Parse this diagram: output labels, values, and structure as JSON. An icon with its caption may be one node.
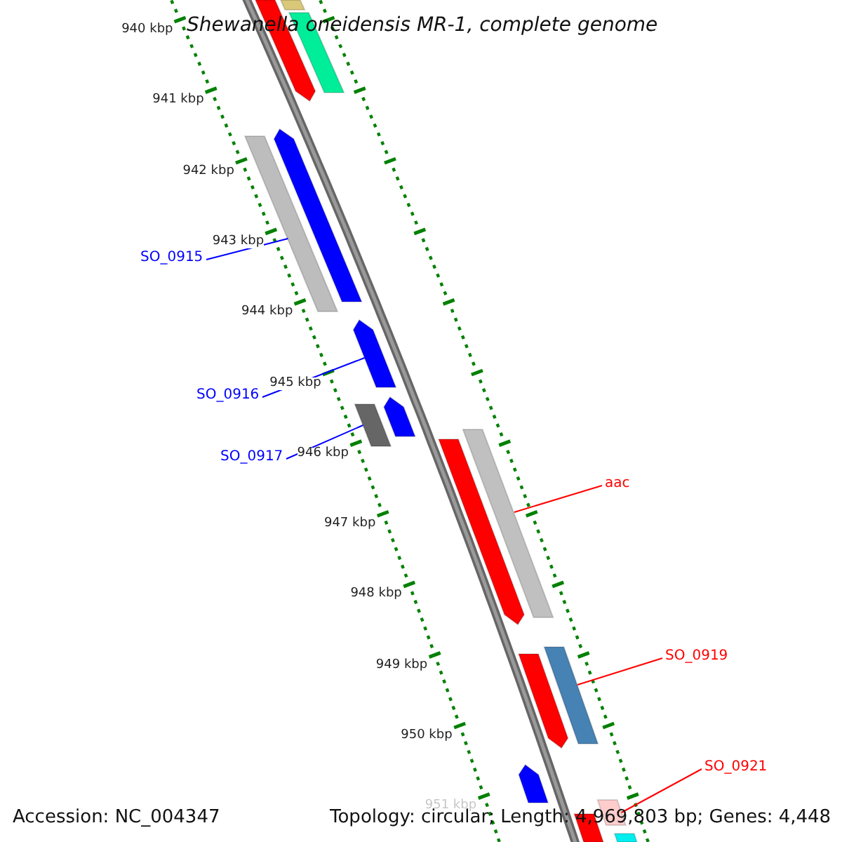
{
  "diagram": {
    "title": "Shewanella oneidensis MR-1, complete genome",
    "nodes": [
      {
        "text": [
          "SO_0915"
        ]
      },
      {
        "text": [
          "SO_0916"
        ]
      },
      {
        "text": [
          "SO_0917"
        ]
      },
      {
        "text": [
          "aac"
        ]
      },
      {
        "text": [
          "SO_0919"
        ]
      },
      {
        "text": [
          "SO_0921"
        ]
      },
      {
        "text": [],
        "shape": "bar"
      },
      {
        "text": [],
        "shape": "bar"
      },
      {
        "text": [],
        "shape": "bar"
      },
      {
        "text": [],
        "shape": "bar"
      },
      {
        "text": [],
        "shape": "bar"
      },
      {
        "text": [],
        "shape": "bar"
      },
      {
        "text": [],
        "shape": "bar"
      },
      {
        "text": [],
        "shape": "bar"
      },
      {
        "text": [],
        "shape": "bar"
      },
      {
        "text": [],
        "shape": "bar"
      },
      {
        "text": [],
        "shape": "bar"
      },
      {
        "text": [],
        "shape": "bar"
      },
      {
        "text": [],
        "shape": "bar"
      },
      {
        "text": [],
        "shape": "bar"
      },
      {
        "text": [],
        "shape": "bar"
      },
      {
        "text": [],
        "shape": "bar"
      }
    ],
    "edges": [
      {
        "from": 0,
        "to": 10,
        "arrow": "none",
        "color": "#0000ff"
      },
      {
        "from": 1,
        "to": 11,
        "arrow": "none",
        "color": "#0000ff"
      },
      {
        "from": 2,
        "to": 13,
        "arrow": "none",
        "color": "#0000ff"
      },
      {
        "from": 3,
        "to": 14,
        "arrow": "none",
        "color": "#ff0000"
      },
      {
        "from": 4,
        "to": 16,
        "arrow": "none",
        "color": "#ff0000"
      },
      {
        "from": 5,
        "to": 19,
        "arrow": "none",
        "color": "#ff0000"
      }
    ],
    "labels": [
      "940 kbp",
      "941 kbp",
      "942 kbp",
      "943 kbp",
      "944 kbp",
      "945 kbp",
      "946 kbp",
      "947 kbp",
      "948 kbp",
      "949 kbp",
      "950 kbp",
      "951 kbp",
      "Accession: NC_004347",
      "Topology: circular; Length: 4,969,803 bp; Genes: 4,448"
    ]
  }
}
